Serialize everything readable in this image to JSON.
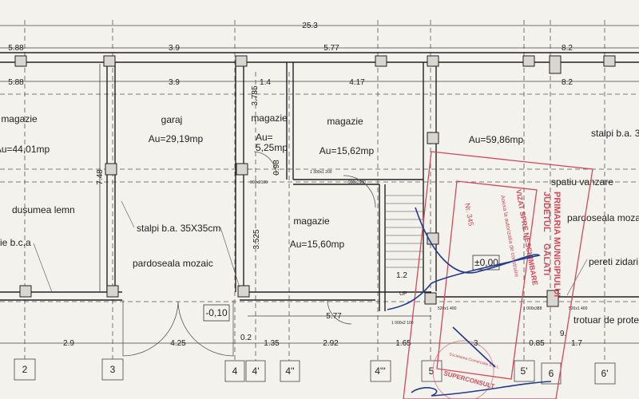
{
  "title": "Plan parter",
  "overall_dimension": "25.3",
  "dims_top_outer": [
    "5.88",
    "3.9",
    "5.77",
    "8.2"
  ],
  "dims_top_inner": [
    "5.88",
    "3.9",
    "1.4",
    "4.17",
    "8.2"
  ],
  "dims_bottom": [
    "2.9",
    "4.25",
    "0.2",
    "1.35",
    "2.92",
    "1.65",
    "3.",
    "0.85",
    "1.7"
  ],
  "dim_mid_bottom": "5.77",
  "dims_vertical": [
    "7.48",
    "3.785",
    "0.98",
    "3.525",
    "1.2",
    "9."
  ],
  "grid_axes": [
    "2",
    "3",
    "4",
    "4'",
    "4''",
    "4'''",
    "5",
    "5'",
    "6",
    "6'"
  ],
  "rooms": [
    {
      "name": "magazie",
      "area": "Au=44,01mp"
    },
    {
      "name": "garaj",
      "area": "Au=29,19mp"
    },
    {
      "name": "magazie",
      "area_a": "Au=",
      "area_b": "5,25mp"
    },
    {
      "name": "magazie",
      "area": "Au=15,62mp"
    },
    {
      "name": "magazie",
      "area": "Au=15,60mp"
    },
    {
      "name": "spatiu vanzare",
      "area": "Au=59,86mp"
    }
  ],
  "notes": {
    "floor_wood": "dusumea lemn",
    "bca": "ie b.c.a",
    "columns": "stalpi b.a. 35X35cm",
    "columns_right": "stalpi b.a. 3",
    "mosaic": "pardoseala mozaic",
    "mosaic_right": "pardoseala moza",
    "walls_right": "pereti zidari",
    "sidewalk": "trotuar de prote",
    "stairs_up": "UP"
  },
  "levels": {
    "outside": "-0,10",
    "floor": "±0,00"
  },
  "openings": [
    "1 300x1 200",
    "900x2100",
    "900x2100",
    "1 000x2 100",
    "520x1 400",
    "1 000x388",
    "520x1 400"
  ],
  "stamp": {
    "line1": "JUDETUL",
    "line2": "PRIMARIA MUNICIPIULUI",
    "line3": "GALATI",
    "line4": "VIZAT SPRE NESCHIMBARE",
    "line5": "Anexa la autorizatia de construire",
    "number": "Nr. 345",
    "company": "SUPERCONSULT",
    "company_ring": "Societatea Comerciala S.R.L."
  },
  "colors": {
    "stamp": "#d24a5c",
    "pen": "#233b8c",
    "paper": "#f3f2ec"
  }
}
